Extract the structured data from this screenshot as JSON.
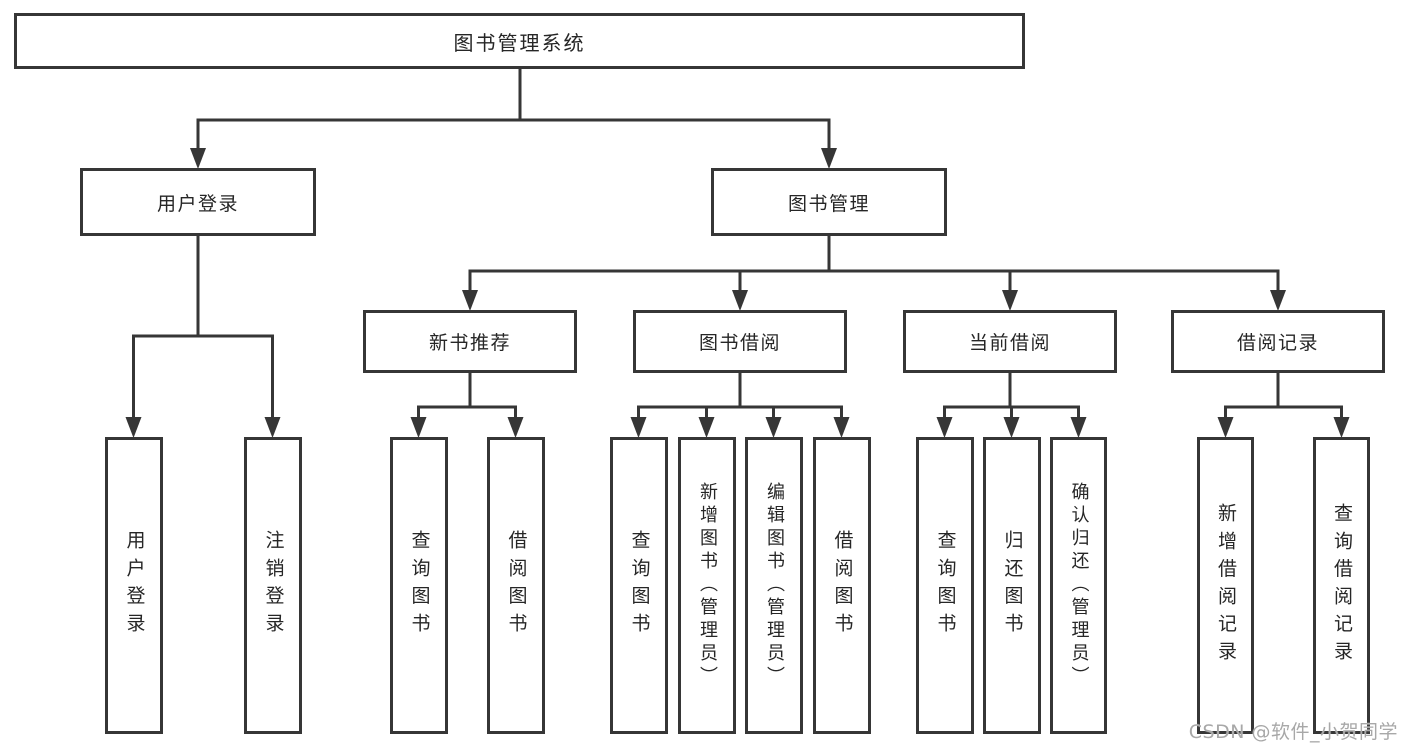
{
  "colors": {
    "line": "#363636",
    "box_border": "#363636",
    "box_fill": "#ffffff",
    "text": "#262626",
    "watermark_text": "#a8a8a8",
    "background": "#ffffff"
  },
  "watermark": "CSDN @软件_小贺同学",
  "tree": {
    "label": "图书管理系统",
    "children": [
      {
        "label": "用户登录",
        "children": [
          {
            "label": "用户登录"
          },
          {
            "label": "注销登录"
          }
        ]
      },
      {
        "label": "图书管理",
        "children": [
          {
            "label": "新书推荐",
            "children": [
              {
                "label": "查询图书"
              },
              {
                "label": "借阅图书"
              }
            ]
          },
          {
            "label": "图书借阅",
            "children": [
              {
                "label": "查询图书"
              },
              {
                "label": "新增图书（管理员）"
              },
              {
                "label": "编辑图书（管理员）"
              },
              {
                "label": "借阅图书"
              }
            ]
          },
          {
            "label": "当前借阅",
            "children": [
              {
                "label": "查询图书"
              },
              {
                "label": "归还图书"
              },
              {
                "label": "确认归还（管理员）"
              }
            ]
          },
          {
            "label": "借阅记录",
            "children": [
              {
                "label": "新增借阅记录"
              },
              {
                "label": "查询借阅记录"
              }
            ]
          }
        ]
      }
    ]
  }
}
